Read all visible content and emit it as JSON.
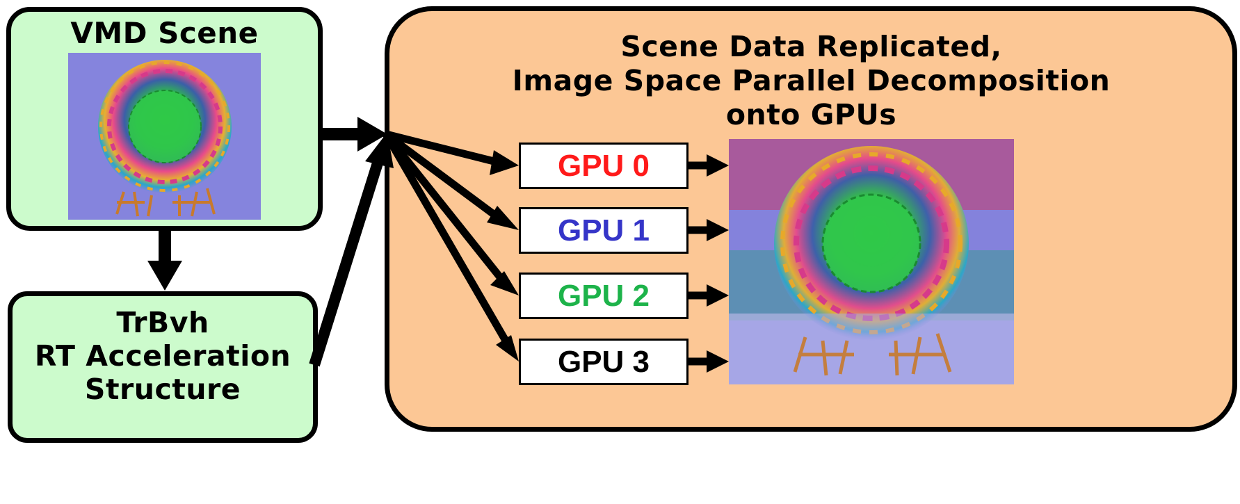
{
  "vmd_scene": {
    "title": "VMD Scene"
  },
  "trbvh": {
    "lines": [
      "TrBvh",
      "RT Acceleration",
      "Structure"
    ]
  },
  "replicated": {
    "lines": [
      "Scene Data Replicated,",
      "Image Space Parallel Decomposition",
      "onto GPUs"
    ]
  },
  "gpus": [
    {
      "label": "GPU 0",
      "color": "#ff1a1a"
    },
    {
      "label": "GPU 1",
      "color": "#3535c8"
    },
    {
      "label": "GPU 2",
      "color": "#1db34a"
    },
    {
      "label": "GPU 3",
      "color": "#000000"
    }
  ],
  "colors": {
    "green_box": "#ccfbcc",
    "orange_box": "#fcc795",
    "render_bg": "#8584dd",
    "band_gpu0": "#a85a9c",
    "band_gpu1": "#8482dc",
    "band_gpu2": "#5d8fb4",
    "band_gpu3": "#a6a6e6"
  }
}
